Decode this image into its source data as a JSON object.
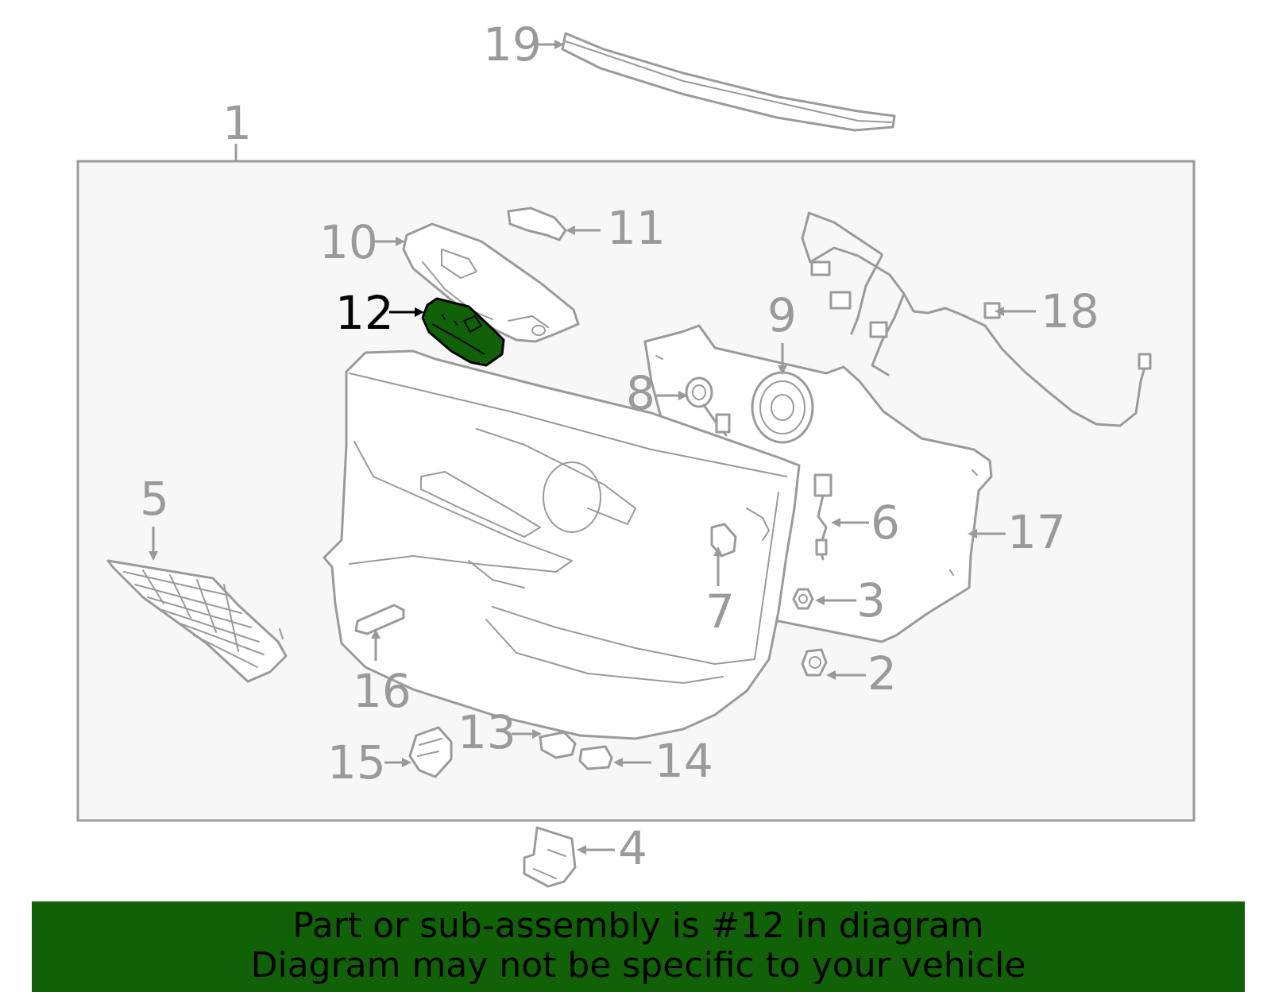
{
  "diagram": {
    "callouts": [
      {
        "id": "1",
        "label": "1"
      },
      {
        "id": "2",
        "label": "2"
      },
      {
        "id": "3",
        "label": "3"
      },
      {
        "id": "4",
        "label": "4"
      },
      {
        "id": "5",
        "label": "5"
      },
      {
        "id": "6",
        "label": "6"
      },
      {
        "id": "7",
        "label": "7"
      },
      {
        "id": "8",
        "label": "8"
      },
      {
        "id": "9",
        "label": "9"
      },
      {
        "id": "10",
        "label": "10"
      },
      {
        "id": "11",
        "label": "11"
      },
      {
        "id": "12",
        "label": "12"
      },
      {
        "id": "13",
        "label": "13"
      },
      {
        "id": "14",
        "label": "14"
      },
      {
        "id": "15",
        "label": "15"
      },
      {
        "id": "16",
        "label": "16"
      },
      {
        "id": "17",
        "label": "17"
      },
      {
        "id": "18",
        "label": "18"
      },
      {
        "id": "19",
        "label": "19"
      }
    ],
    "highlighted_part": "12",
    "colors": {
      "line": "#9a9a9a",
      "highlight_fill": "#116106",
      "box_fill": "#f7f7f7",
      "banner_bg": "#116106"
    }
  },
  "banner": {
    "line1": "Part or sub-assembly is #12 in diagram",
    "line2": "Diagram may not be specific to your vehicle"
  }
}
